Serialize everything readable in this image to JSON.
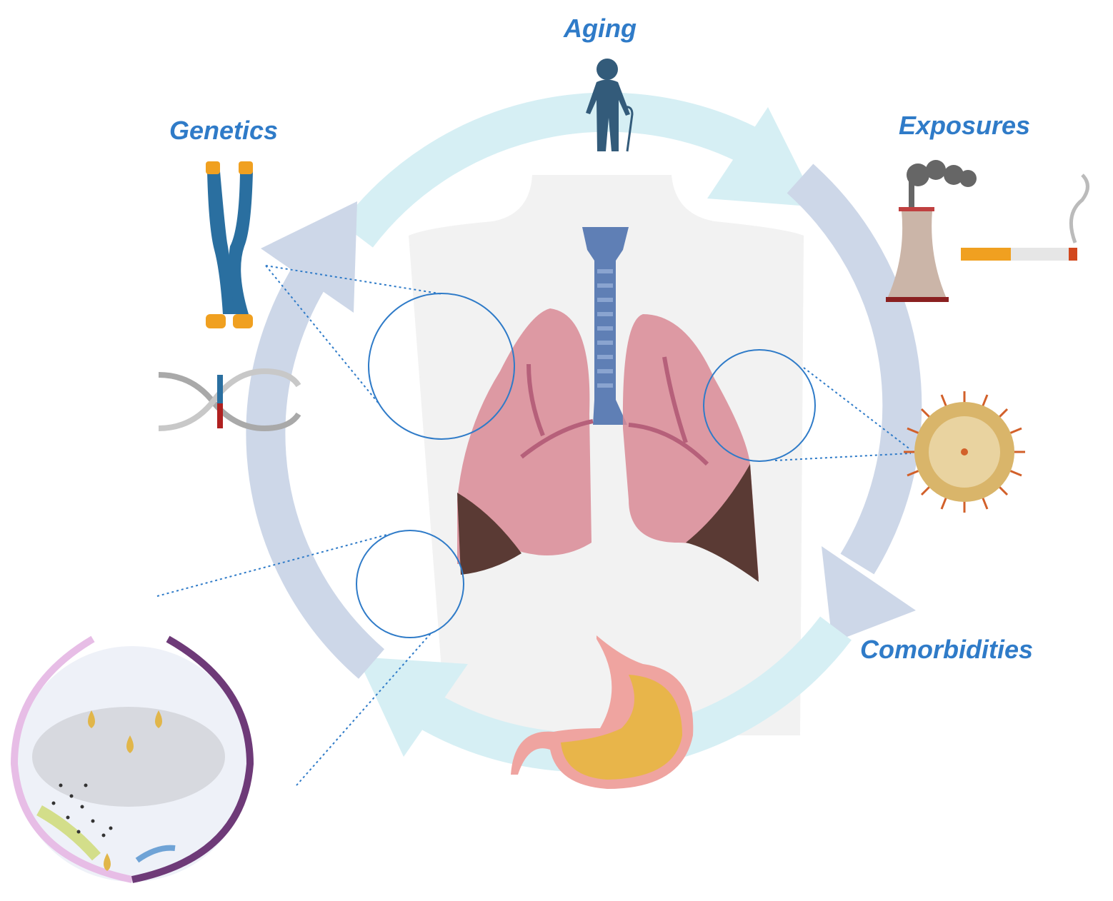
{
  "labels": {
    "aging": "Aging",
    "genetics": "Genetics",
    "exposures": "Exposures",
    "comorbidities": "Comorbidities"
  },
  "colors": {
    "label": "#2f7bc8",
    "cycle_light": "#cfeaf0",
    "cycle_dark": "#c8d3e6",
    "lung": "#d98a95",
    "fibrosis": "#5a3a34",
    "trachea": "#5f7fb5",
    "chromosome": "#2a6fa0",
    "telomere": "#f0a020",
    "stomach": "#e8b54a",
    "virus": "#d9b56a"
  },
  "icons": [
    "elderly-person-icon",
    "chromosome-icon",
    "dna-icon",
    "factory-icon",
    "cigarette-icon",
    "virus-icon",
    "lungs-icon",
    "stomach-icon",
    "alveolus-icon"
  ]
}
